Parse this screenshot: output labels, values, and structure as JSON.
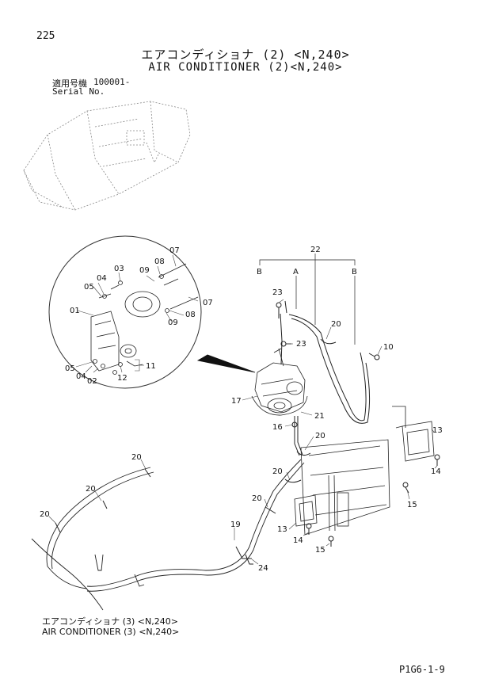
{
  "page_number": "225",
  "title_jp": "エアコンディショナ (2) <N,240>",
  "title_en": "AIR CONDITIONER (2)<N,240>",
  "serial": {
    "label_jp": "適用号機",
    "value": "100001-",
    "label_en": "Serial No."
  },
  "reference": {
    "jp": "エアコンディショナ (3) <N,240>",
    "en": "AIR CONDITIONER (3) <N,240>"
  },
  "figure_code": "P1G6-1-9",
  "detail_labels": {
    "l01": "01",
    "l02": "02",
    "l03": "03",
    "l04a": "04",
    "l04b": "04",
    "l05a": "05",
    "l05b": "05",
    "l07a": "07",
    "l07b": "07",
    "l08a": "08",
    "l08b": "08",
    "l09a": "09",
    "l09b": "09",
    "l11": "11",
    "l12": "12"
  },
  "main_labels": {
    "p22": "22",
    "pA": "A",
    "pB1": "B",
    "pB2": "B",
    "p23a": "23",
    "p23b": "23",
    "p20a": "20",
    "p10": "10",
    "p17": "17",
    "p21": "21",
    "p16": "16",
    "p20b": "20",
    "p13a": "13",
    "p14a": "14",
    "p20c": "20",
    "p15a": "15",
    "p20d": "20",
    "p20e": "20",
    "p20f": "20",
    "p20g": "20",
    "p13b": "13",
    "p19": "19",
    "p14b": "14",
    "p15b": "15",
    "p24": "24"
  }
}
